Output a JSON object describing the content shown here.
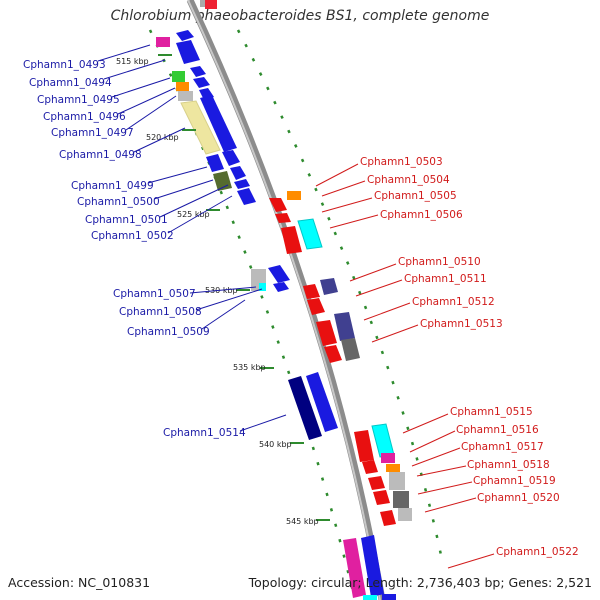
{
  "header": {
    "title": "Chlorobium phaeobacteroides BS1, complete genome"
  },
  "footer": {
    "accession": "Accession: NC_010831",
    "topology": "Topology: circular; Length: 2,736,403 bp; Genes: 2,521"
  },
  "scale_labels": [
    "515 kbp",
    "520 kbp",
    "525 kbp",
    "530 kbp",
    "535 kbp",
    "540 kbp",
    "545 kbp"
  ],
  "genes_left": [
    "Cphamn1_0493",
    "Cphamn1_0494",
    "Cphamn1_0495",
    "Cphamn1_0496",
    "Cphamn1_0497",
    "Cphamn1_0498",
    "Cphamn1_0499",
    "Cphamn1_0500",
    "Cphamn1_0501",
    "Cphamn1_0502",
    "Cphamn1_0507",
    "Cphamn1_0508",
    "Cphamn1_0509",
    "Cphamn1_0514"
  ],
  "genes_right": [
    "Cphamn1_0503",
    "Cphamn1_0504",
    "Cphamn1_0505",
    "Cphamn1_0506",
    "Cphamn1_0510",
    "Cphamn1_0511",
    "Cphamn1_0512",
    "Cphamn1_0513",
    "Cphamn1_0515",
    "Cphamn1_0516",
    "Cphamn1_0517",
    "Cphamn1_0518",
    "Cphamn1_0519",
    "Cphamn1_0520",
    "Cphamn1_0522"
  ],
  "colors": {
    "left_label": "#1a1aa6",
    "right_label": "#d11b1b",
    "backbone": "#8c8c8c",
    "dots": "#2e8b2e"
  }
}
